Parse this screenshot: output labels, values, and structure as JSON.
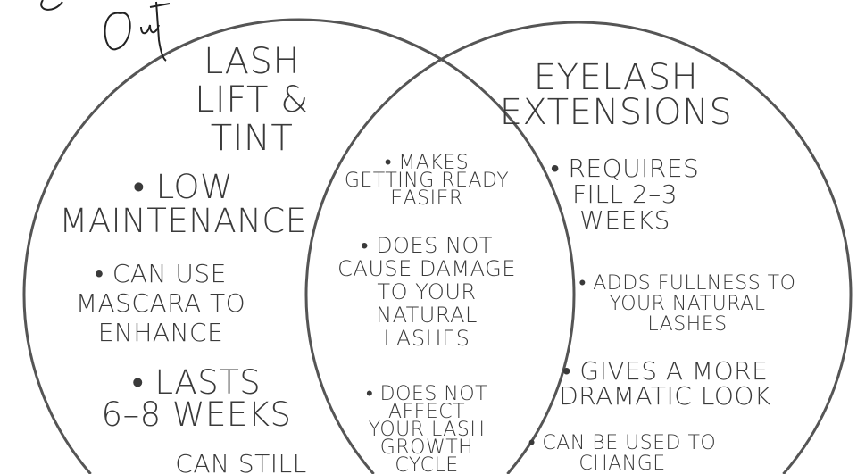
{
  "signature": "Out",
  "left": {
    "title": [
      "LASH",
      "LIFT &",
      "TINT"
    ],
    "items": [
      [
        "• LOW",
        "MAINTENANCE"
      ],
      [
        "• CAN USE",
        "MASCARA TO",
        "ENHANCE"
      ],
      [
        "• LASTS",
        "6–8 WEEKS"
      ],
      [
        "CAN STILL"
      ]
    ]
  },
  "center": {
    "items": [
      [
        "• MAKES",
        "GETTING READY",
        "EASIER"
      ],
      [
        "• DOES NOT",
        "CAUSE DAMAGE",
        "TO YOUR",
        "NATURAL",
        "LASHES"
      ],
      [
        "• DOES NOT",
        "AFFECT",
        "YOUR LASH",
        "GROWTH",
        "CYCLE"
      ]
    ]
  },
  "right": {
    "title": [
      "EYELASH",
      "EXTENSIONS"
    ],
    "items": [
      [
        "• REQUIRES",
        "FILL 2–3",
        "WEEKS"
      ],
      [
        "• ADDS FULLNESS TO",
        "YOUR NATURAL",
        "LASHES"
      ],
      [
        "• GIVES A MORE",
        "DRAMATIC LOOK"
      ],
      [
        "• CAN BE USED TO",
        "CHANGE"
      ]
    ]
  },
  "colors": {
    "line": "#555555",
    "text": "#3a3a3a"
  }
}
